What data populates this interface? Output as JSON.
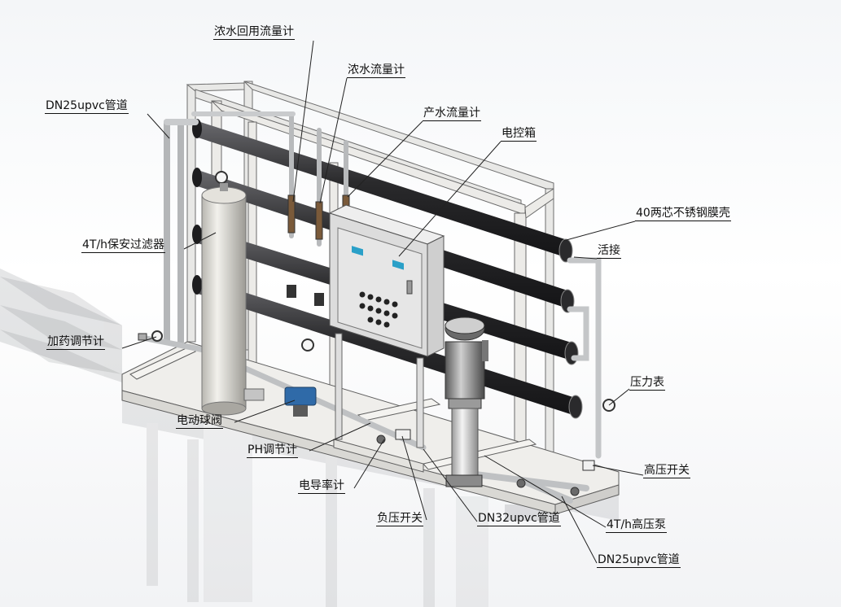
{
  "labels": {
    "conc_recycle_flowmeter": "浓水回用流量计",
    "conc_flowmeter": "浓水流量计",
    "dn25_pipe_top": "DN25upvc管道",
    "product_flowmeter": "产水流量计",
    "control_box": "电控箱",
    "membrane_housing": "40两芯不锈钢膜壳",
    "union": "活接",
    "security_filter": "4T/h保安过滤器",
    "dosing_meter": "加药调节计",
    "pressure_gauge": "压力表",
    "electric_ball_valve": "电动球阀",
    "ph_meter": "PH调节计",
    "high_pressure_switch": "高压开关",
    "conductivity_meter": "电导率计",
    "low_pressure_switch": "负压开关",
    "dn32_pipe": "DN32upvc管道",
    "hp_pump": "4T/h高压泵",
    "dn25_pipe_bottom": "DN25upvc管道"
  },
  "colors": {
    "frame": "#e8e8e6",
    "frame_edge": "#6e6e6e",
    "membrane": "#3a3a3c",
    "pipe": "#c9cbcd",
    "valve": "#2f6aa8",
    "panel": "#dcdcdc"
  }
}
